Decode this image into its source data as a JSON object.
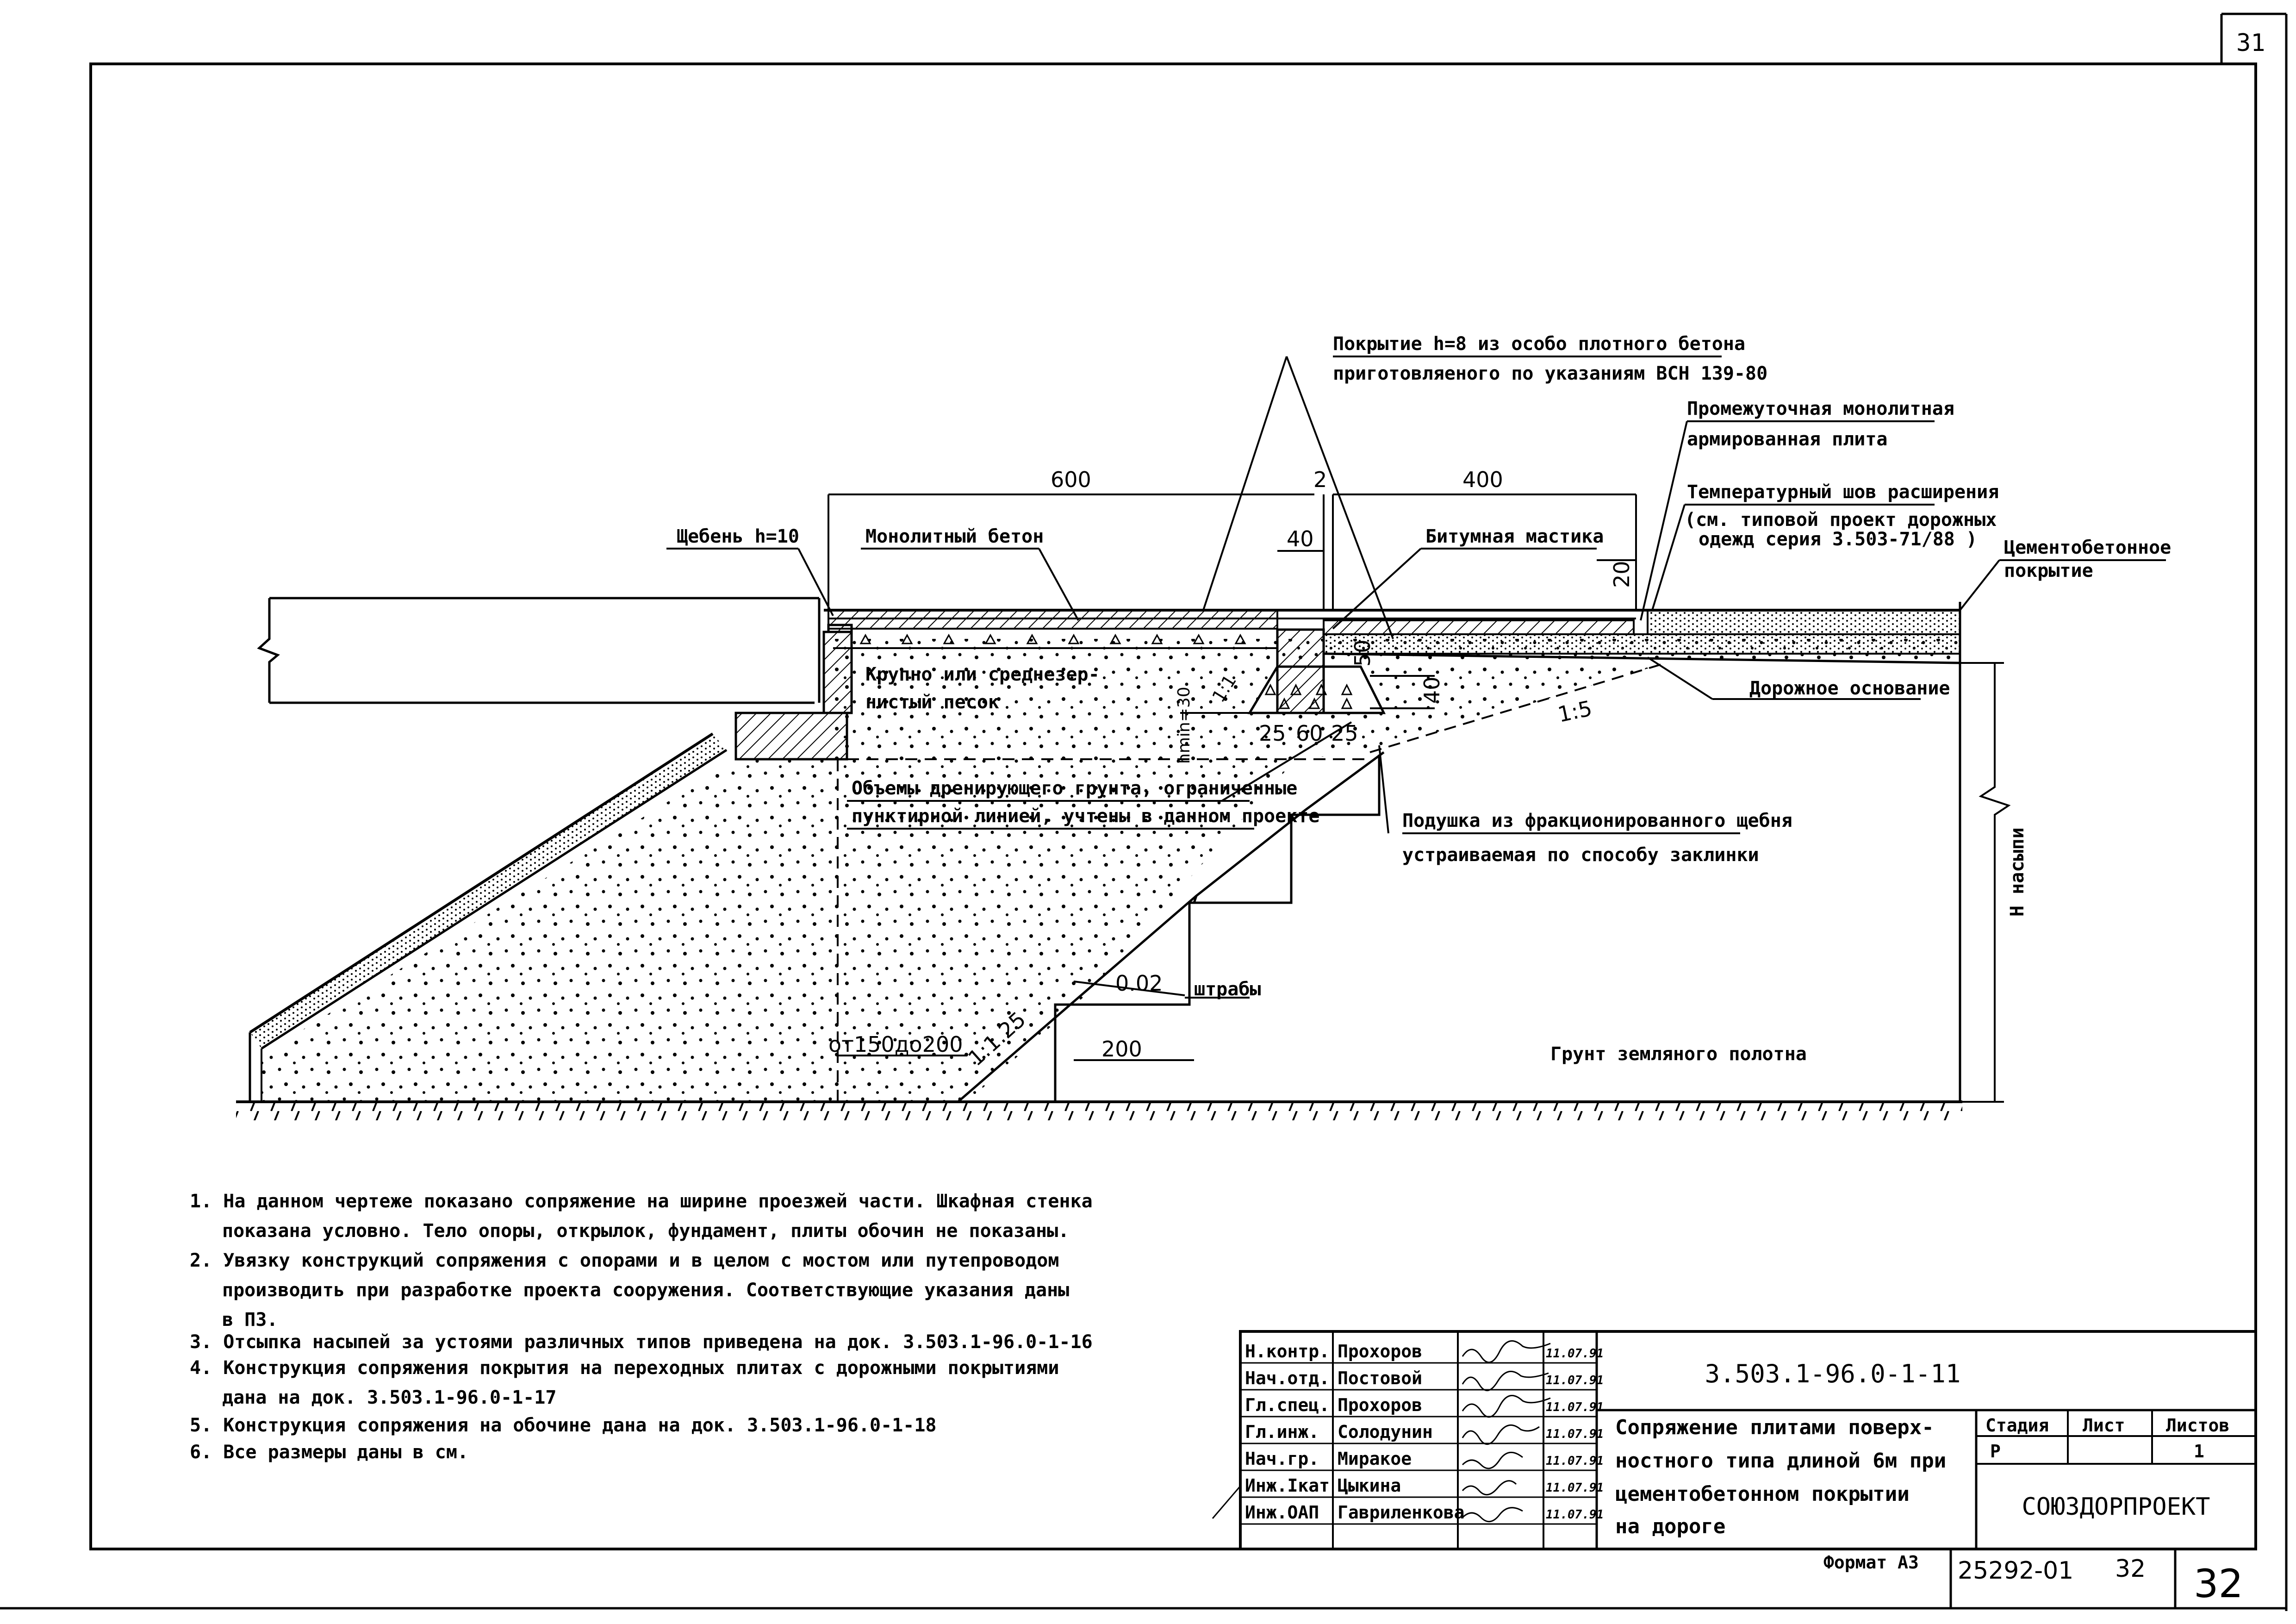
{
  "sheet": {
    "corner_number": "31",
    "sheet_number": "32"
  },
  "drawing": {
    "labels": {
      "coating": "Покрытие h=8 из особо плотного бетона",
      "coating_2": "приготовляеного по указаниям ВСН 139-80",
      "intermediate_slab": "Промежуточная монолитная",
      "intermediate_slab_2": "армированная плита",
      "temp_joint": "Температурный шов расширения",
      "temp_joint_2": "(см. типовой проект дорожных",
      "temp_joint_3": "одежд серия 3.503-71/88 )",
      "cement_concrete": "Цементобетонное",
      "cement_concrete_2": "покрытие",
      "crushed_stone": "Щебень h=10",
      "monolithic_concrete": "Монолитный бетон",
      "bitumen_mastic": "Битумная мастика",
      "sand": "Крупно или среднезер-",
      "sand_2": "нистый песок",
      "road_base": "Дорожное основание",
      "drainage_volume": "Объемы дренирующего грунта, ограниченные",
      "drainage_volume_2": "пунктирной линией, учтены в данном проекте",
      "cushion": "Подушка из фракционированного щебня",
      "cushion_2": "устраиваемая по способу заклинки",
      "embankment_height": "H насыпи",
      "subgrade_soil": "Грунт земляного полотна",
      "benches": "штрабы",
      "range": "от150до200"
    },
    "dimensions": {
      "d600": "600",
      "d2": "2",
      "d400": "400",
      "d40a": "40",
      "d20": "20",
      "d50": "50",
      "d40b": "40",
      "d25a": "25",
      "d60": "60",
      "d25b": "25",
      "hmin": "hmin=30",
      "slope_1_5": "1:5",
      "slope_1_1_25": "1:1.25",
      "slope_1_1": "1:1",
      "grade": "0.02",
      "d200": "200"
    }
  },
  "notes": [
    "1. На данном чертеже показано сопряжение на ширине проезжей части. Шкафная стенка",
    "показана условно. Тело опоры, открылок, фундамент, плиты обочин не показаны.",
    "2. Увязку конструкций сопряжения с опорами и в целом с мостом или путепроводом",
    "производить при разработке проекта сооружения. Соответствующие указания даны",
    "в ПЗ.",
    "3. Отсыпка насыпей за устоями различных типов приведена на   док. 3.503.1-96.0-1-16",
    "4. Конструкция сопряжения покрытия на переходных плитах с дорожными покрытиями",
    "дана на   док. 3.503.1-96.0-1-17",
    "5. Конструкция сопряжения на обочине дана на   док. 3.503.1-96.0-1-18",
    "6. Все размеры даны в см."
  ],
  "title_block": {
    "signatures": [
      {
        "role": "Н.контр.",
        "name": "Прохоров",
        "date": "11.07.91"
      },
      {
        "role": "Нач.отд.",
        "name": "Постовой",
        "date": "11.07.91"
      },
      {
        "role": "Гл.спец.",
        "name": "Прохоров",
        "date": "11.07.91"
      },
      {
        "role": "Гл.инж.",
        "name": "Солодунин",
        "date": "11.07.91"
      },
      {
        "role": "Нач.гр.",
        "name": "Миракое",
        "date": "11.07.91"
      },
      {
        "role": "Инж.Iкат",
        "name": "Цыкина",
        "date": "11.07.91"
      },
      {
        "role": "Инж.ОАП",
        "name": "Гавриленкова",
        "date": "11.07.91"
      }
    ],
    "doc_code": "3.503.1-96.0-1-11",
    "title_lines": [
      "Сопряжение плитами поверх-",
      "ностного типа длиной 6м при",
      "цементобетонном покрытии",
      "на дороге"
    ],
    "stage_header": "Стадия",
    "sheet_header": "Лист",
    "sheets_header": "Листов",
    "stage": "Р",
    "sheet": "",
    "sheets": "1",
    "organization": "СОЮЗДОРПРОЕКТ",
    "format": "Формат А3",
    "archive_number": "25292-01",
    "archive_page": "32"
  }
}
